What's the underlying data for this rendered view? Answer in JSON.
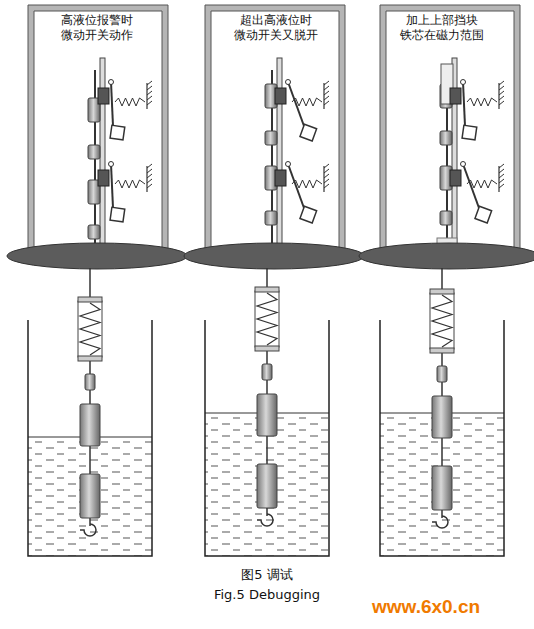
{
  "diagram": {
    "caption": "图5 调试",
    "labels": [
      "高液位报警时 微动开关动作",
      "超出高液位时 微动开关又脱开",
      "加上上部挡块 铁芯在磁力范围",
      "Fig.5 Debugging",
      "www.6x0.cn"
    ]
  }
}
